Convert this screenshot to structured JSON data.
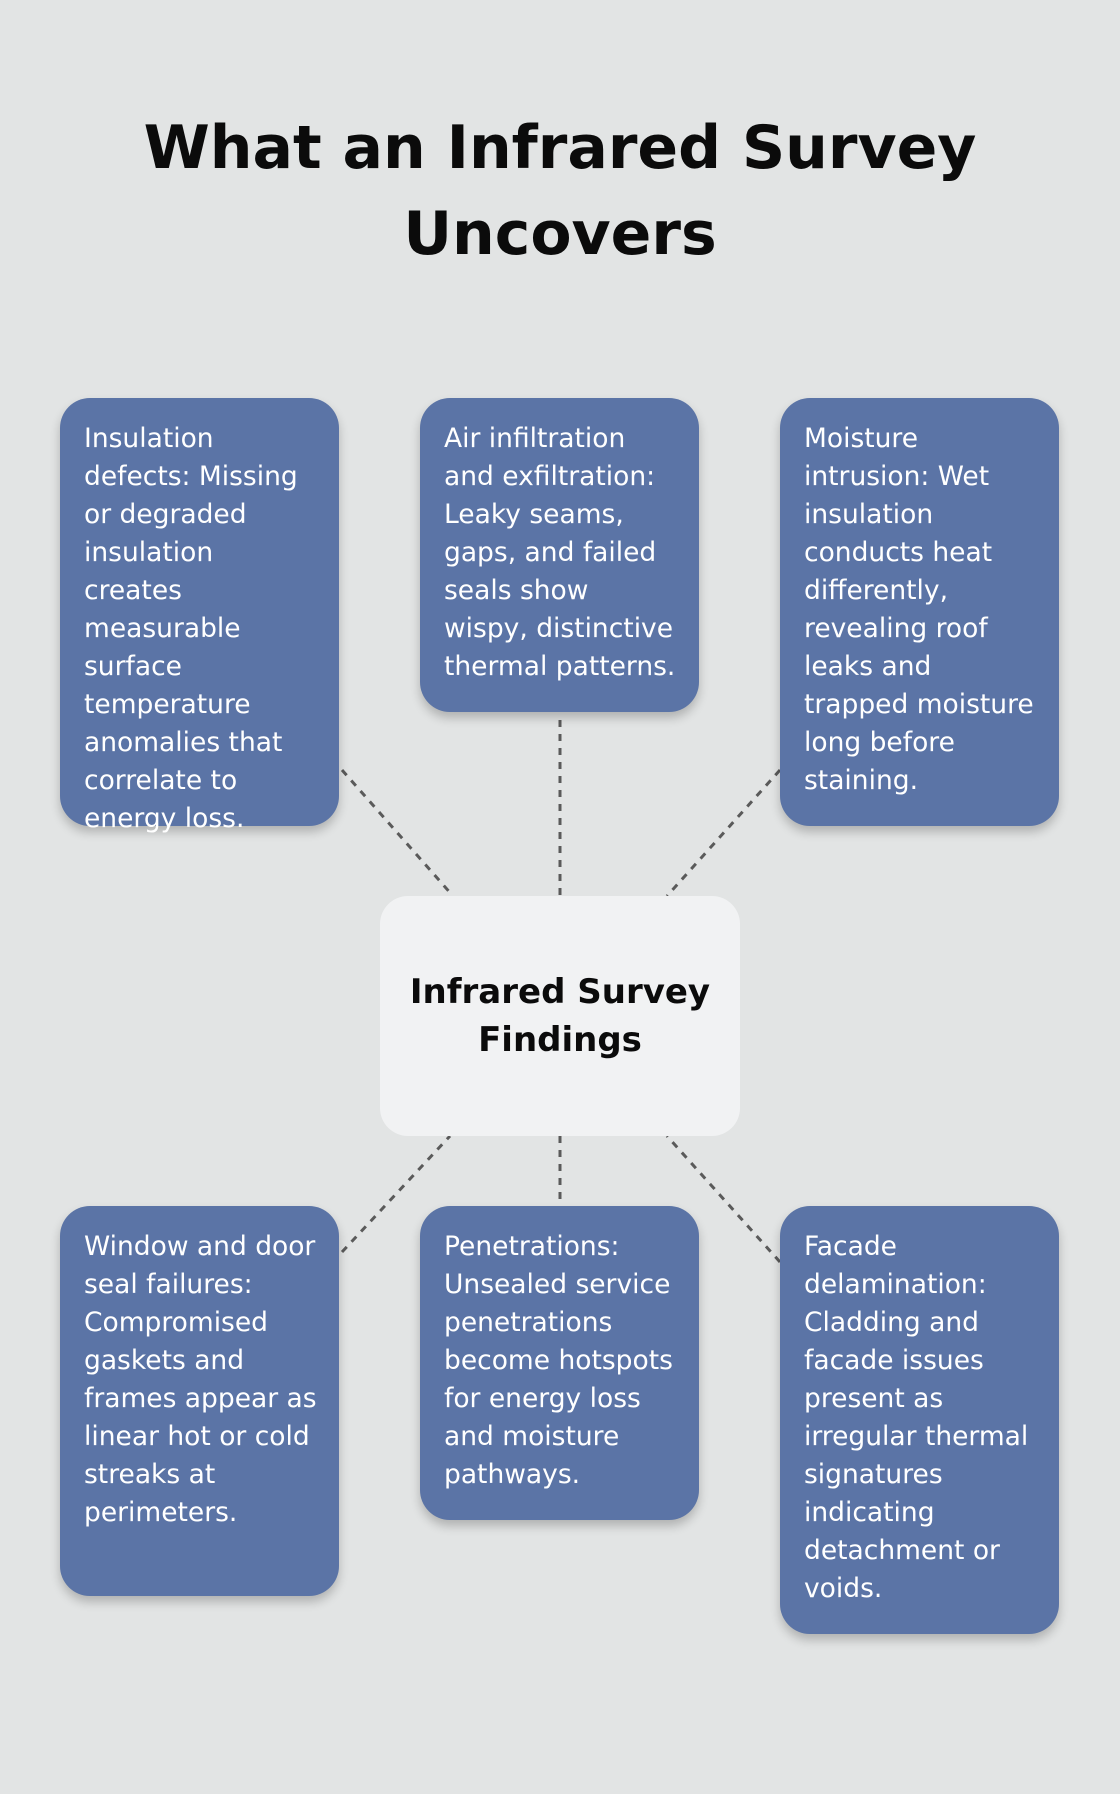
{
  "title": "What an Infrared Survey Uncovers",
  "center": {
    "label": "Infrared Survey Findings"
  },
  "findings": [
    "Insulation defects: Missing or degraded insulation creates measurable surface temperature anomalies that correlate to energy loss.",
    "Air infiltration and exfiltration: Leaky seams, gaps, and failed seals show wispy, distinctive thermal patterns.",
    "Moisture intrusion: Wet insulation conducts heat differently, revealing roof leaks and trapped moisture long before staining.",
    "Window and door seal failures: Compromised gaskets and frames appear as linear hot or cold streaks at perimeters.",
    "Penetrations: Unsealed service penetrations become hotspots for energy loss and moisture pathways.",
    "Facade delamination: Cladding and facade issues present as irregular thermal signatures indicating detachment or voids."
  ],
  "colors": {
    "background": "#e2e4e4",
    "card": "#5b74a6",
    "center": "#f1f2f3",
    "connector": "#5a5a5a"
  }
}
